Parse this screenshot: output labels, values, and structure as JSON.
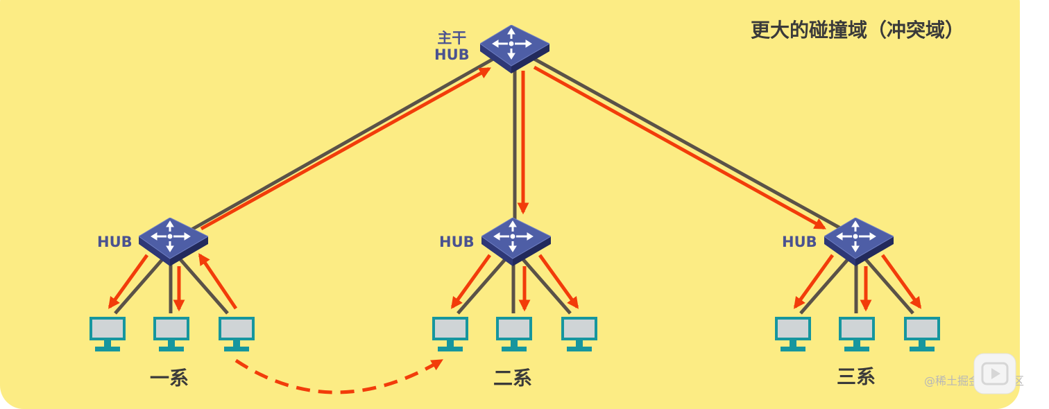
{
  "title": "更大的碰撞域（冲突域）",
  "trunk_hub": {
    "label_line1": "主干",
    "label_line2": "HUB"
  },
  "hubs": [
    {
      "label": "HUB",
      "group": "一系"
    },
    {
      "label": "HUB",
      "group": "二系"
    },
    {
      "label": "HUB",
      "group": "三系"
    }
  ],
  "watermark": "@稀土掘金技术社区",
  "colors": {
    "background": "#fcec84",
    "cable": "#5a5248",
    "signal_arrow": "#f23c0a",
    "hub_body": "#4a5698",
    "pc_frame": "#16969e",
    "label_text": "#4a5290"
  },
  "icons": [
    "switch-hub-icon",
    "desktop-pc-icon",
    "play-badge-icon"
  ]
}
